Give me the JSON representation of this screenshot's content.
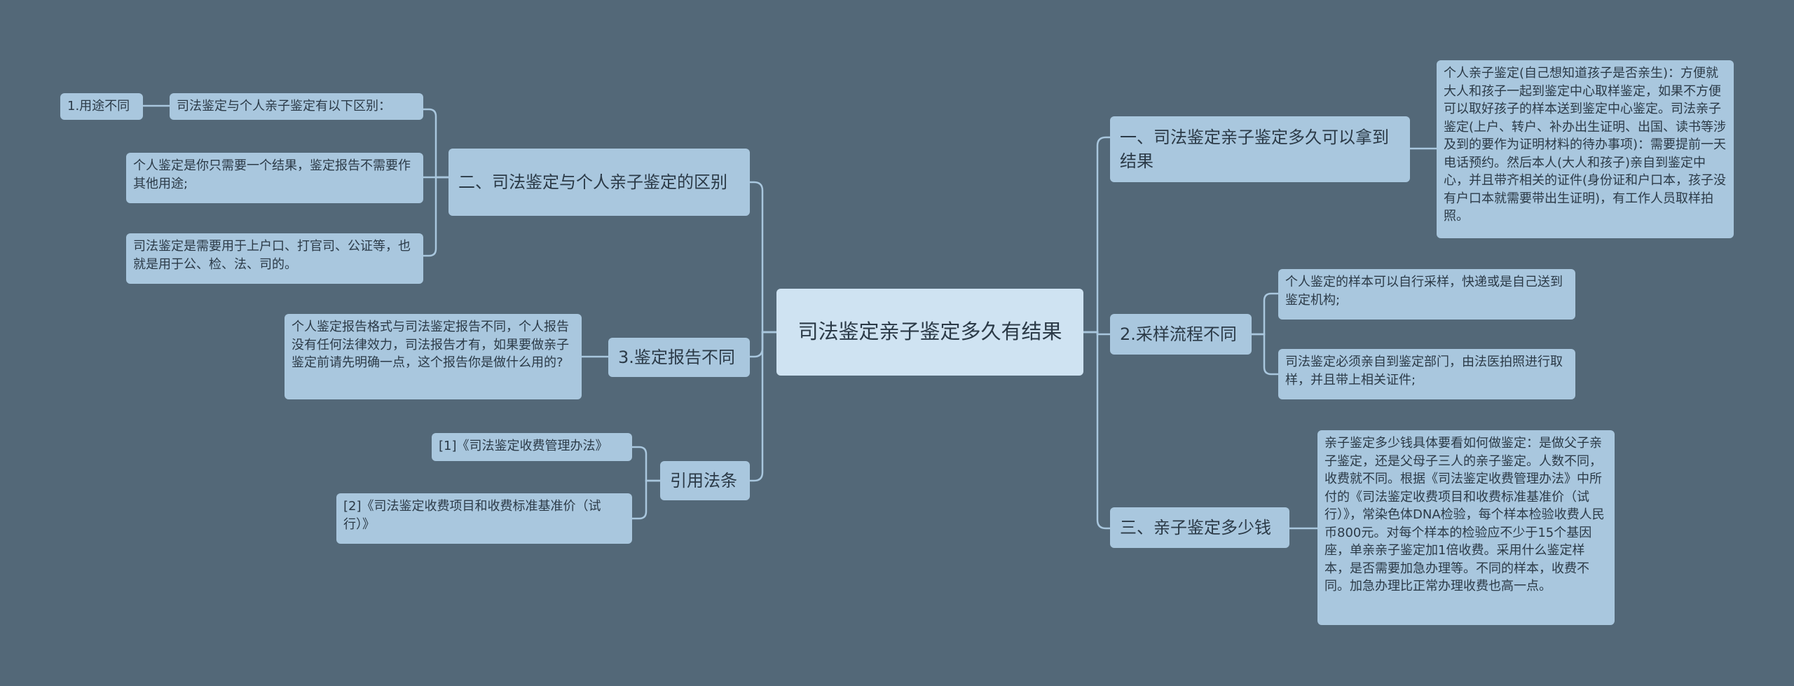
{
  "root": "司法鉴定亲子鉴定多久有结果",
  "left": {
    "b2": {
      "label": "二、司法鉴定与个人亲子鉴定的区别",
      "l1": "司法鉴定与个人亲子鉴定有以下区别：",
      "l1_child": "1.用途不同",
      "l2": "个人鉴定是你只需要一个结果，鉴定报告不需要作其他用途;",
      "l3": "司法鉴定是需要用于上户口、打官司、公证等，也就是用于公、检、法、司的。"
    },
    "b3": {
      "label": "3.鉴定报告不同",
      "l1": "个人鉴定报告格式与司法鉴定报告不同，个人报告没有任何法律效力，司法报告才有，如果要做亲子鉴定前请先明确一点，这个报告你是做什么用的?"
    },
    "b4": {
      "label": "引用法条",
      "l1": "[1]《司法鉴定收费管理办法》",
      "l2": "[2]《司法鉴定收费项目和收费标准基准价（试行）》"
    }
  },
  "right": {
    "b1": {
      "label": "一、司法鉴定亲子鉴定多久可以拿到结果",
      "l1": "个人亲子鉴定(自己想知道孩子是否亲生)：方便就大人和孩子一起到鉴定中心取样鉴定，如果不方便可以取好孩子的样本送到鉴定中心鉴定。司法亲子鉴定(上户、转户、补办出生证明、出国、读书等涉及到的要作为证明材料的待办事项)：需要提前一天电话预约。然后本人(大人和孩子)亲自到鉴定中心，并且带齐相关的证件(身份证和户口本，孩子没有户口本就需要带出生证明)，有工作人员取样拍照。"
    },
    "b2": {
      "label": "2.采样流程不同",
      "l1": "个人鉴定的样本可以自行采样，快递或是自己送到鉴定机构;",
      "l2": "司法鉴定必须亲自到鉴定部门，由法医拍照进行取样，并且带上相关证件;"
    },
    "b3": {
      "label": "三、亲子鉴定多少钱",
      "l1": "亲子鉴定多少钱具体要看如何做鉴定：是做父子亲子鉴定，还是父母子三人的亲子鉴定。人数不同，收费就不同。根据《司法鉴定收费管理办法》中所付的《司法鉴定收费项目和收费标准基准价（试行）》，常染色体DNA检验，每个样本检验收费人民币800元。对每个样本的检验应不少于15个基因座，单亲亲子鉴定加1倍收费。采用什么鉴定样本，是否需要加急办理等。不同的样本，收费不同。加急办理比正常办理收费也高一点。"
    }
  },
  "colors": {
    "background": "#536878",
    "node": "#a9c7de",
    "root": "#cfe3f2",
    "line": "#a9c7de"
  }
}
